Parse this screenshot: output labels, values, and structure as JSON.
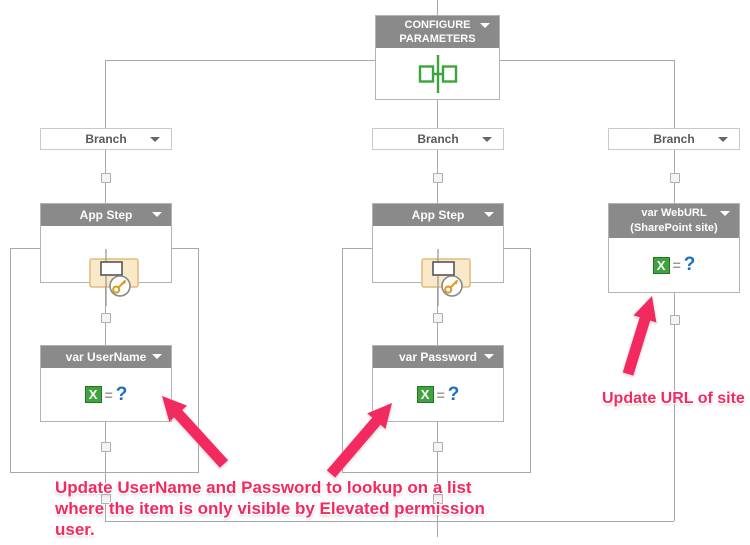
{
  "nodes": {
    "configure": {
      "line1": "CONFIGURE",
      "line2": "PARAMETERS"
    },
    "branch": "Branch",
    "app_step": "App Step",
    "var_username": "var UserName",
    "var_password": "var Password",
    "var_weburl_line1": "var WebURL",
    "var_weburl_line2": "(SharePoint site)"
  },
  "assign": {
    "x": "X",
    "eq": "=",
    "q": "?"
  },
  "notes": {
    "main_line1": "Update UserName and Password to lookup on a list",
    "main_line2": "where the item is only visible by Elevated permission",
    "main_line3": "user.",
    "site": "Update URL of site"
  },
  "colors": {
    "accent_pink": "#f22a60",
    "header_gray": "#8a8a8a",
    "icon_green": "#3aa63a",
    "assign_green": "#3fa43f",
    "question_blue": "#1a6fc0",
    "key_gold": "#d89e22",
    "connector_gray": "#a8a8a8"
  }
}
